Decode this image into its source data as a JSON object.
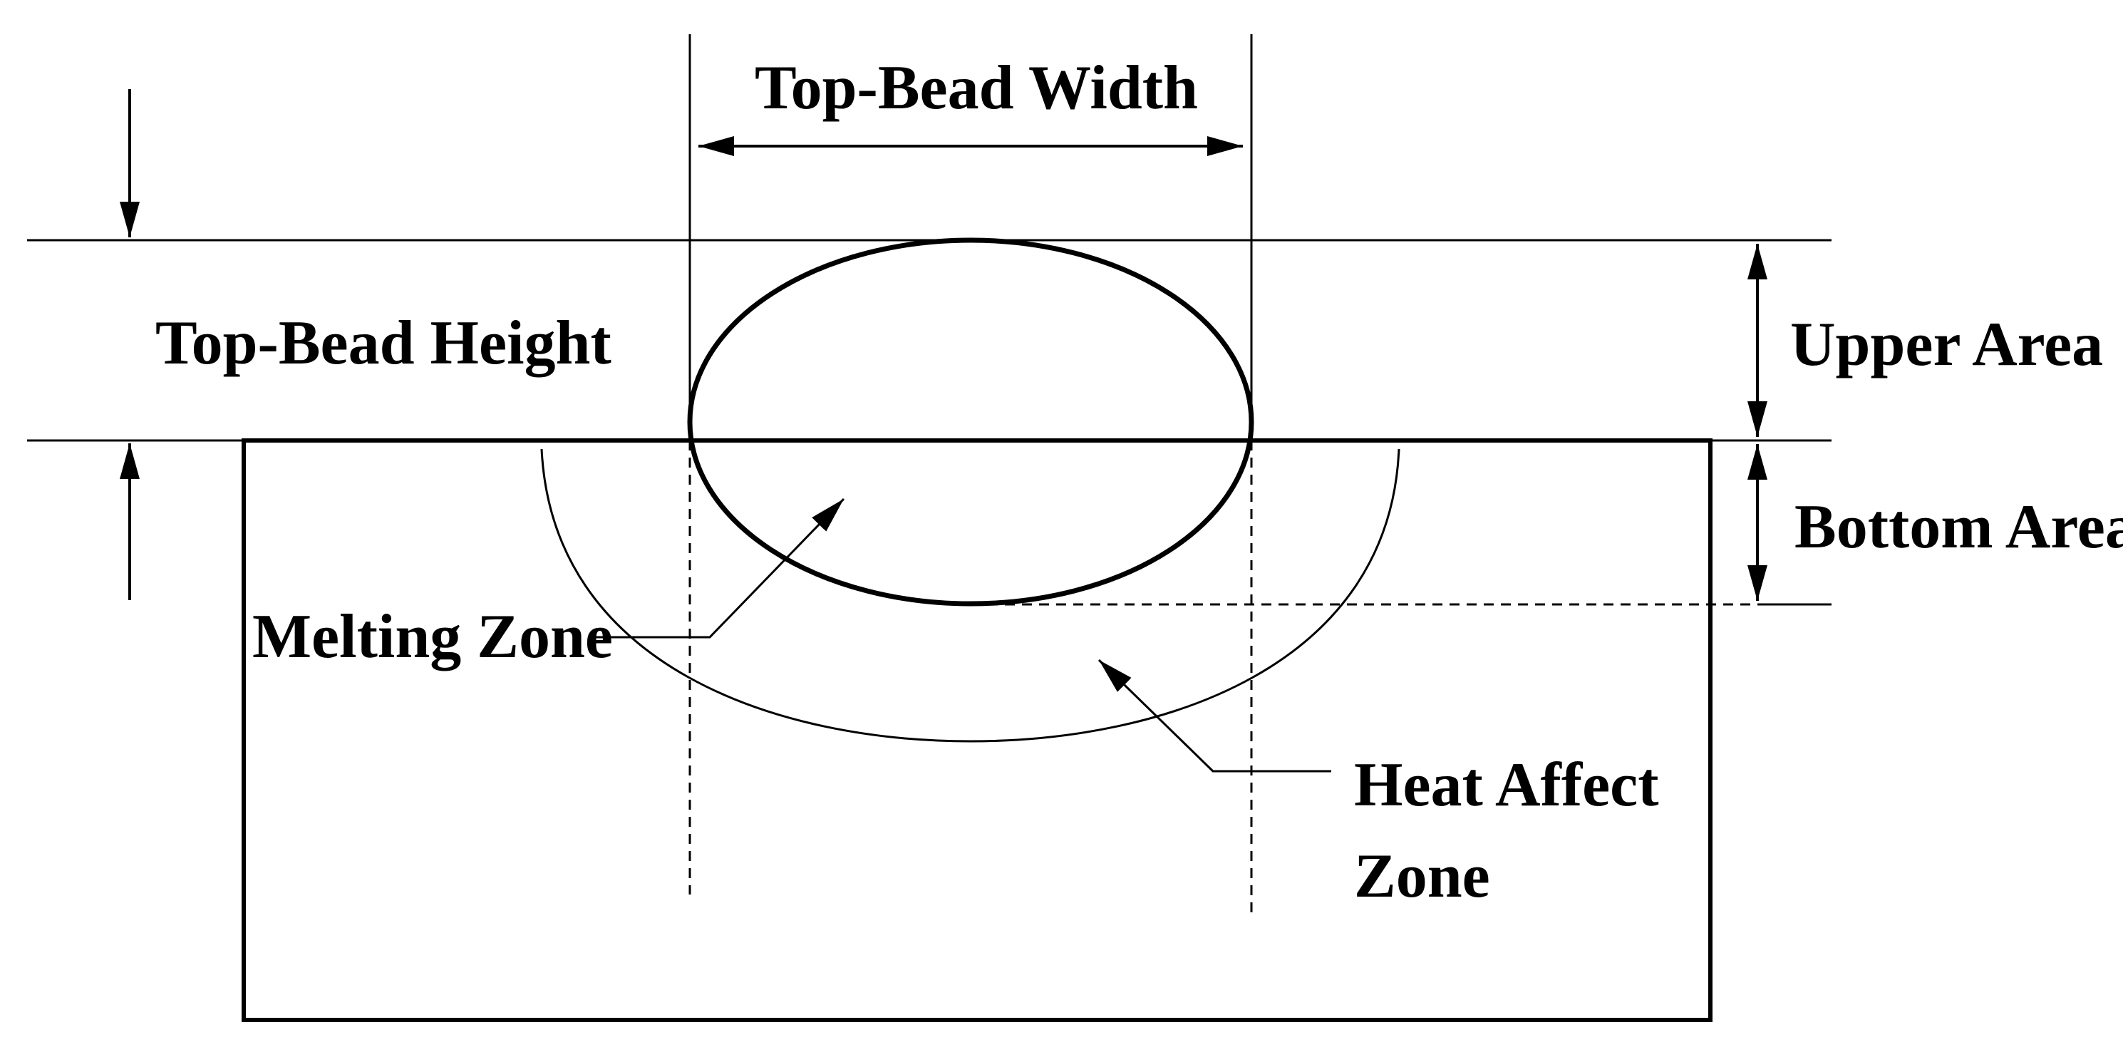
{
  "labels": {
    "top_bead_width": "Top-Bead Width",
    "top_bead_height": "Top-Bead Height",
    "upper_area": "Upper Area",
    "bottom_area": "Bottom Area",
    "melting_zone": "Melting Zone",
    "heat_affect_zone_line1": "Heat Affect",
    "heat_affect_zone_line2": "Zone"
  },
  "colors": {
    "stroke": "#000000",
    "background": "#ffffff"
  }
}
